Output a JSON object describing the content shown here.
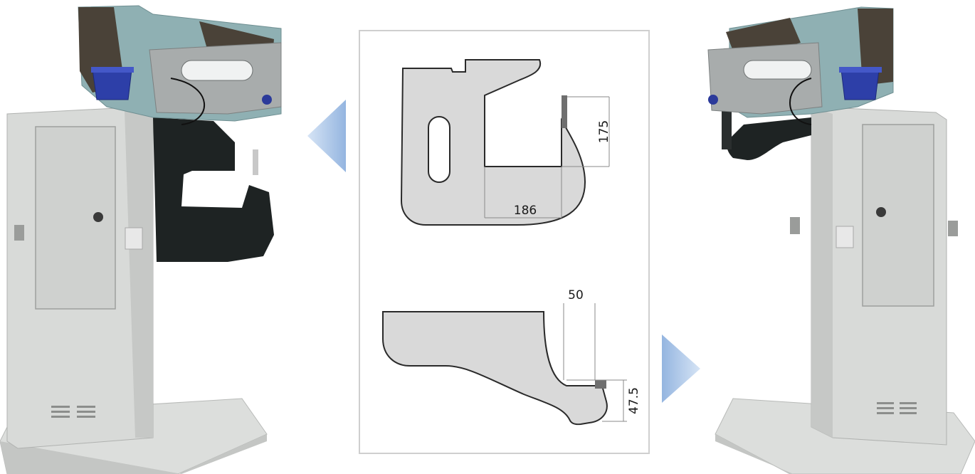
{
  "diagram": {
    "upper_arm": {
      "height_label": "175",
      "depth_label": "186"
    },
    "lower_arm": {
      "width_label": "50",
      "height_label": "47.5"
    }
  },
  "colors": {
    "arrow": "#a9c5e8",
    "panel_border": "#cfcfcf",
    "arm_fill": "#d9d9d9",
    "machine_body": "#d6d8d6",
    "machine_head": "#8fb0b3",
    "machine_arm": "#1e2323",
    "bin": "#2d3fa8"
  }
}
